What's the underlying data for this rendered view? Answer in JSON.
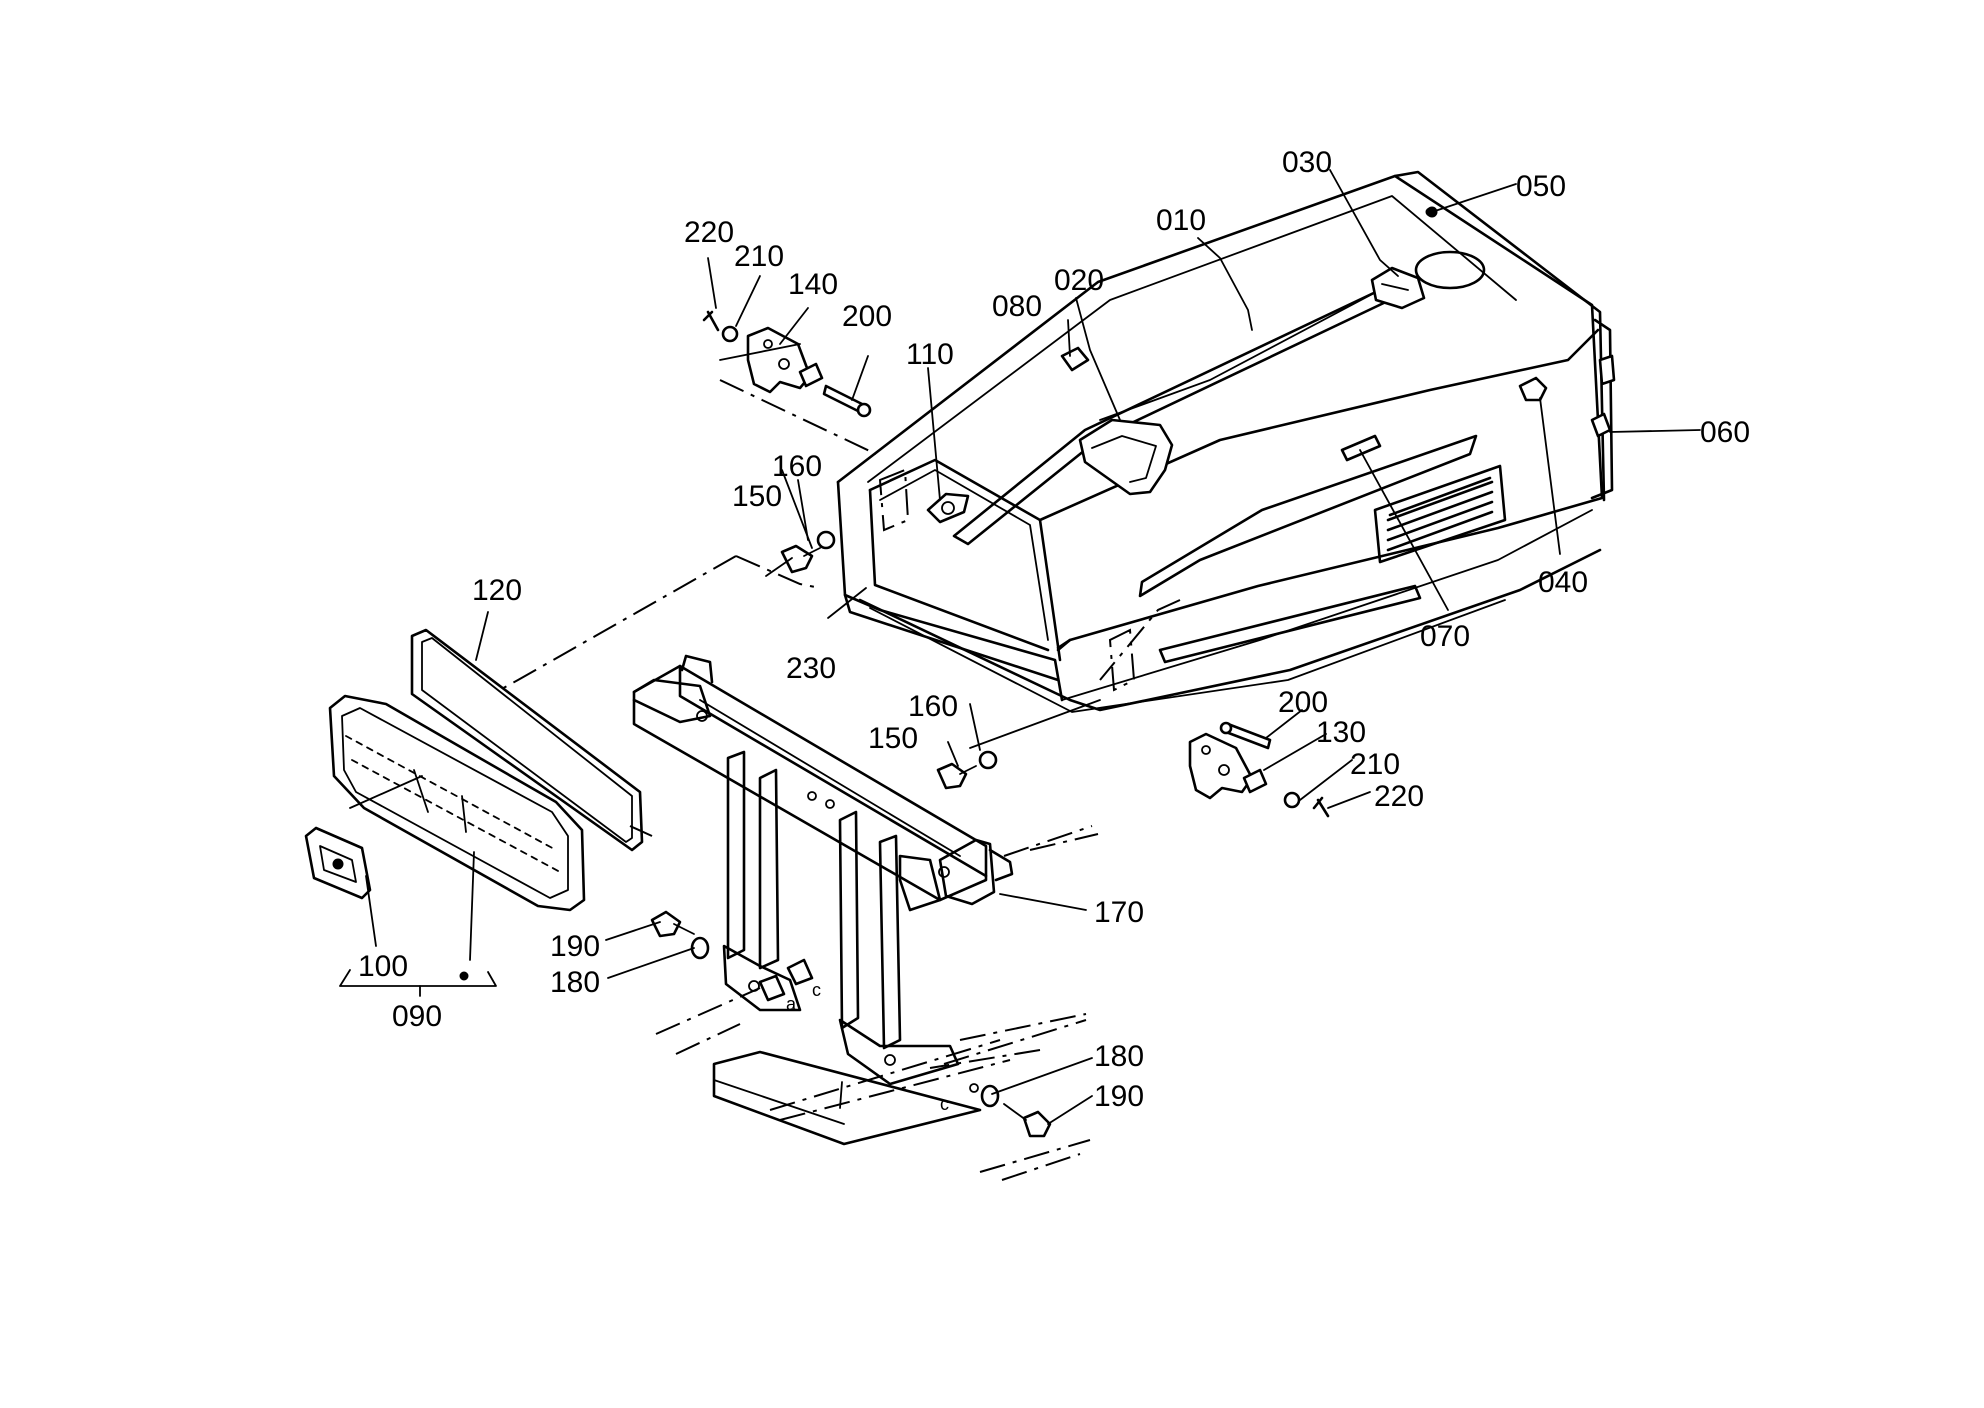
{
  "diagram": {
    "labels": {
      "p010": "010",
      "p020": "020",
      "p030": "030",
      "p040": "040",
      "p050": "050",
      "p060": "060",
      "p070": "070",
      "p080": "080",
      "p090": "090",
      "p100": "100",
      "p110": "110",
      "p120": "120",
      "p130": "130",
      "p140": "140",
      "p150a": "150",
      "p150b": "150",
      "p160a": "160",
      "p160b": "160",
      "p170": "170",
      "p180a": "180",
      "p180b": "180",
      "p190a": "190",
      "p190b": "190",
      "p200a": "200",
      "p200b": "200",
      "p210a": "210",
      "p210b": "210",
      "p220a": "220",
      "p220b": "220",
      "p230": "230"
    },
    "marks": {
      "a": "a",
      "c1": "c",
      "c2": "c"
    }
  }
}
